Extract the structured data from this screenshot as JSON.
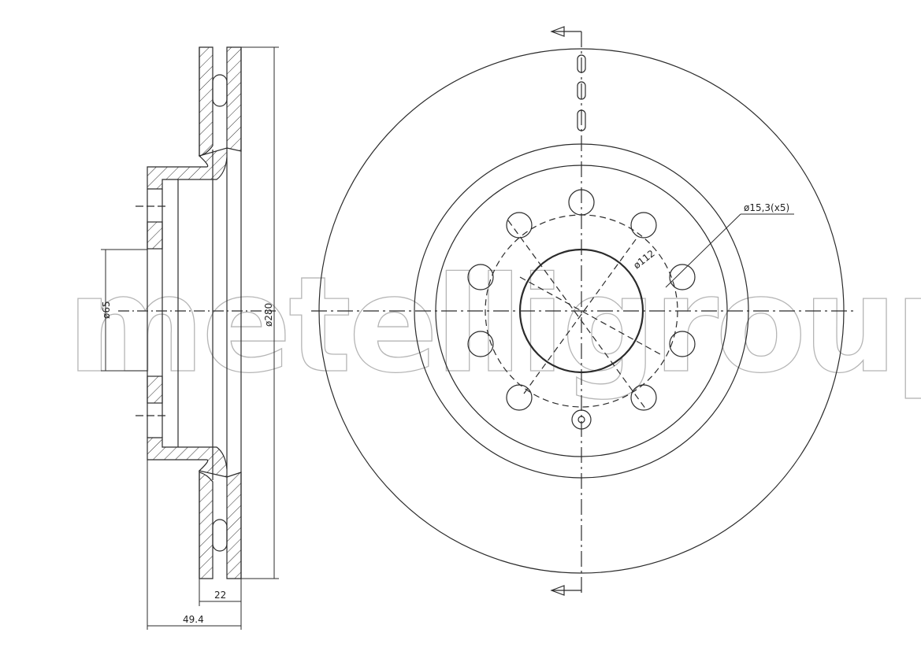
{
  "watermark": "metelligroup",
  "dimensions": {
    "outer_diameter": "ø280",
    "center_bore": "ø65",
    "bolt_circle": "ø112",
    "bolt_holes": "ø15,3(x5)",
    "disc_thickness": "22",
    "overall_height": "49.4"
  },
  "colors": {
    "line": "#2b2b2b",
    "watermark_stroke": "#b5b5b5",
    "background": "#ffffff"
  }
}
